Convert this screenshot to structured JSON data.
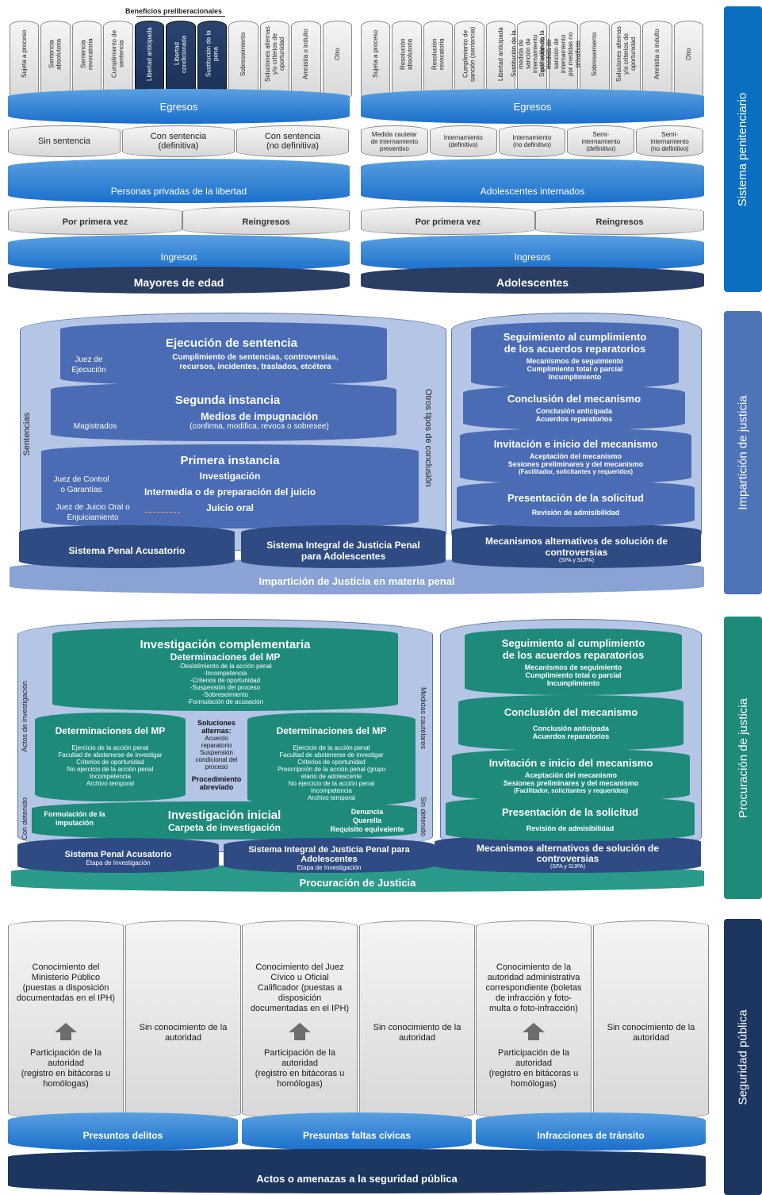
{
  "side": {
    "s1": "Sistema penitenciario",
    "s2": "Impartición de justicia",
    "s3": "Procuración de justicia",
    "s4": "Seguridad pública"
  },
  "penit": {
    "benef": "Beneficios preliberacionales",
    "left_cyl": [
      "Sujeta a proceso",
      "Sentencia\nabsolutoria",
      "Sentencia\nrevocatoria",
      "Cumplimiento de\nsentencia",
      "Libertad anticipada",
      "Libertad\ncondicionada",
      "Sustitución de la\npena",
      "Sobreseimiento",
      "Soluciones alternas\ny/o criterios de\noportunidad",
      "Amnistía o indulto",
      "Otro"
    ],
    "right_cyl": [
      "Sujeta a proceso",
      "Resolución\nabsolutoria",
      "Resolución\nrevocatoria",
      "Cumplimiento de\nsanción (sentencia)",
      "Libertad anticipada",
      "Sustitución de la medida de\nsanción de internamiento\npor estancia domiciliaria",
      "Sustitución de la medida de\nsanción de internamiento\npor medidas no privativas\nde la libertad",
      "Sobreseimiento",
      "Soluciones alternas\ny/o criterios de\noportunidad",
      "Amnistía o indulto",
      "Otro"
    ],
    "egresos": "Egresos",
    "left_status": [
      "Sin sentencia",
      "Con sentencia\n(definitiva)",
      "Con sentencia\n(no definitiva)"
    ],
    "right_status": [
      "Medida cautelar\nde internamiento\npreventivo",
      "Internamiento\n(definitivo)",
      "Internamiento\n(no definitivo)",
      "Semi-\ninternamiento\n(definitivo)",
      "Semi-\ninternamiento\n(no definitivo)"
    ],
    "ppl": "Personas privadas de la libertad",
    "adol_int": "Adolescentes internados",
    "primera": "Por primera vez",
    "reingresos": "Reingresos",
    "ingresos": "Ingresos",
    "mayores": "Mayores de edad",
    "adolescentes": "Adolescentes"
  },
  "imp": {
    "ejec_title": "Ejecución de sentencia",
    "ejec_sub": "Cumplimiento de sentencias, controversias,\nrecursos, incidentes, traslados, etcétera",
    "juez_ejec": "Juez de\nEjecución",
    "seg_title": "Segunda instancia",
    "seg_sub": "Medios de impugnación",
    "seg_sub2": "(confirma, modifica, revoca o sobresee)",
    "magistrados": "Magistrados",
    "prim_title": "Primera instancia",
    "prim_items": [
      "Investigación",
      "Intermedia o de preparación del juicio",
      "Juicio oral"
    ],
    "juez_control": "Juez de Control\no Garantías",
    "juez_oral": "Juez de Juicio Oral o\nEnjuiciamiento",
    "sentencias": "Sentencias",
    "otros": "Otros tipos de conclusión",
    "spa": "Sistema Penal Acusatorio",
    "sijpa": "Sistema Integral de Justicia Penal\npara Adolescentes",
    "masc": "Mecanismos alternativos de solución de\ncontroversias",
    "masc_sub": "(SPA y SIJPA)",
    "base": "Impartición de Justicia en materia penal",
    "r1_title": "Seguimiento al cumplimiento\nde los acuerdos reparatorios",
    "r1_sub": "Mecanismos de seguimiento\nCumplimiento total o parcial\nIncumplimiento",
    "r2_title": "Conclusión del mecanismo",
    "r2_sub": "Conclusión anticipada\nAcuerdos reparatorios",
    "r3_title": "Invitación e inicio del mecanismo",
    "r3_sub": "Aceptación del mecanismo\nSesiones preliminares y del mecanismo",
    "r3_sub2": "(Facilitador, solicitantes y requeridos)",
    "r4_title": "Presentación de la solicitud",
    "r4_sub": "Revisión de admisibilidad"
  },
  "proc": {
    "ic_title": "Investigación complementaria",
    "ic_sub": "Determinaciones del MP",
    "ic_items": "-Desistimiento de la acción penal\n-Incompetencia\n-Criterios de oportunidad\n-Suspensión del proceso\n-Sobreseimiento\n-Formulación de acusación",
    "dmp_title": "Determinaciones del MP",
    "dmp_left": "Ejercicio de la acción penal\nFacultad de abstenerse de investigar\nCriterios de oportunidad\nNo ejercicio de la acción penal\nIncompetencia\nArchivo temporal",
    "dmp_right": "Ejercicio de la acción penal\nFacultad de abstenerse de investigar\nCriterios de oportunidad\nPrescripción de la acción penal (grupo\netario de adolescente\nNo ejercicio de la acción penal\nIncompetencia\nArchivo temporal",
    "sol_title": "Soluciones\nalternas:",
    "sol_items": "Acuerdo\nreparatorio\nSuspensión\ncondicional del\nproceso",
    "proc_abrev": "Procedimiento\nabreviado",
    "formulacion": "Formulación de la\nimputación",
    "ii_title": "Investigación inicial",
    "ii_sub": "Carpeta de investigación",
    "denuncia": "Denuncia\nQuerella\nRequisito equivalente",
    "actos": "Actos de investigación",
    "con_detenido": "Con detenido",
    "medidas": "Medidas cautelares",
    "sin_detenido": "Sin detenido",
    "spa": "Sistema Penal Acusatorio",
    "spa_sub": "Etapa de Investigación",
    "sijpa": "Sistema Integral de Justicia Penal para\nAdolescentes",
    "sijpa_sub": "Etapa de Investigación",
    "masc": "Mecanismos alternativos de solución de\ncontroversias",
    "masc_sub": "(SPA y SIJPA)",
    "base": "Procuración de Justicia",
    "r1_title": "Seguimiento al cumplimiento\nde los acuerdos reparatorios",
    "r1_sub": "Mecanismos de seguimiento\nCumplimiento total o parcial\nIncumplimiento",
    "r2_title": "Conclusión del mecanismo",
    "r2_sub": "Conclusión anticipada\nAcuerdos reparatorios",
    "r3_title": "Invitación e inicio del mecanismo",
    "r3_sub": "Aceptación del mecanismo\nSesiones preliminares y del mecanismo",
    "r3_sub2": "(Facilitador, solicitantes y requeridos)",
    "r4_title": "Presentación de la solicitud",
    "r4_sub": "Revisión de admisibilidad"
  },
  "seg": {
    "c1_top": "Conocimiento del\nMinisterio Público\n(puestas a disposición\ndocumentadas en el IPH)",
    "c2_top": "Conocimiento del Juez\nCívico u Oficial\nCalificador (puestas a\ndisposición\ndocumentadas en el IPH)",
    "c3_top": "Conocimiento de la\nautoridad administrativa\ncorrespondiente (boletas\nde infracción y foto-\nmulta o foto-infracción)",
    "participacion": "Participación de la\nautoridad\n(registro en bitácoras u\nhomólogas)",
    "sin_con": "Sin conocimiento de la\nautoridad",
    "b1": "Presuntos delitos",
    "b2": "Presuntas faltas cívicas",
    "b3": "Infracciones de tránsito",
    "base": "Actos o amenazas a la seguridad pública"
  }
}
